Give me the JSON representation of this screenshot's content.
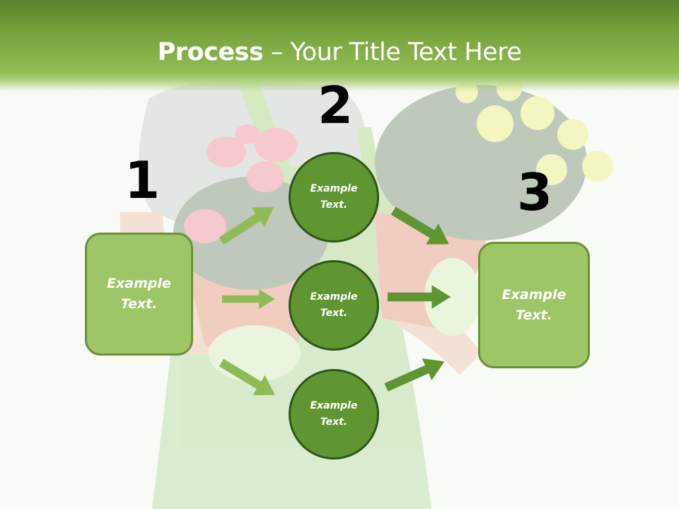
{
  "title": {
    "bold": "Process",
    "rest": " – Your Title Text Here"
  },
  "steps": [
    {
      "number": "1",
      "label_line1": "Example",
      "label_line2": "Text."
    },
    {
      "number": "2",
      "nodes": [
        {
          "label_line1": "Example",
          "label_line2": "Text."
        },
        {
          "label_line1": "Example",
          "label_line2": "Text."
        },
        {
          "label_line1": "Example",
          "label_line2": "Text."
        }
      ]
    },
    {
      "number": "3",
      "label_line1": "Example",
      "label_line2": "Text."
    }
  ],
  "colors": {
    "header_top": "#5d812c",
    "header_bottom": "#92bb53",
    "box_fill": "#9ec666",
    "box_border": "#6c913a",
    "circle_fill": "#5f9632",
    "circle_border": "#2f5518",
    "arrow_light": "#8fbb57",
    "arrow_dark": "#5f9632",
    "background": "#f8fbf5"
  }
}
